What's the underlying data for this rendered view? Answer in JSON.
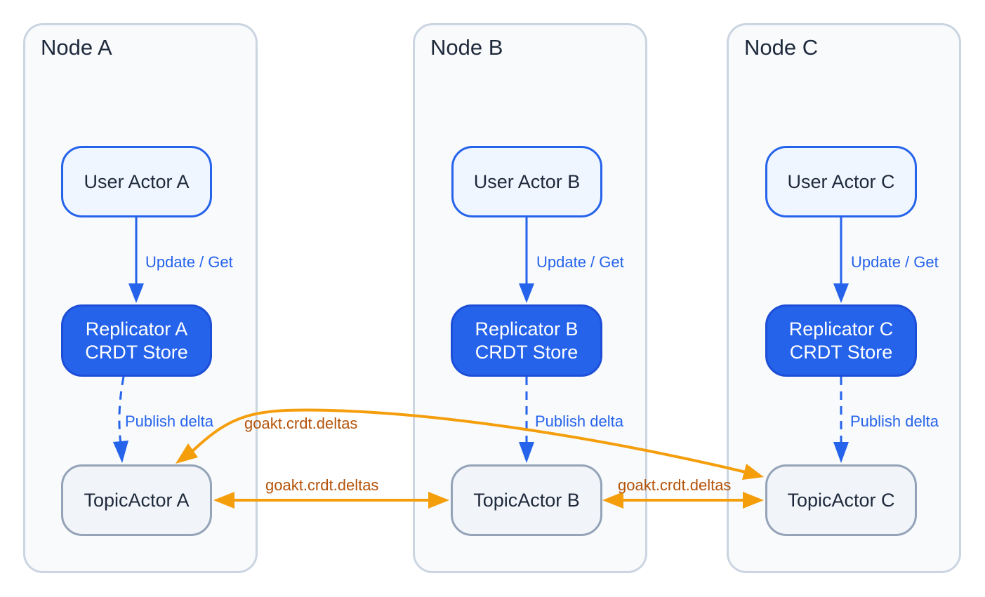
{
  "nodes": [
    {
      "cluster_title": "Node A",
      "user": "User Actor A",
      "replicator_line1": "Replicator A",
      "replicator_line2": "CRDT Store",
      "topic": "TopicActor A"
    },
    {
      "cluster_title": "Node B",
      "user": "User Actor B",
      "replicator_line1": "Replicator B",
      "replicator_line2": "CRDT Store",
      "topic": "TopicActor B"
    },
    {
      "cluster_title": "Node C",
      "user": "User Actor C",
      "replicator_line1": "Replicator C",
      "replicator_line2": "CRDT Store",
      "topic": "TopicActor C"
    }
  ],
  "edge_labels": {
    "update_get": "Update / Get",
    "publish_delta": "Publish delta",
    "deltas_topic": "goakt.crdt.deltas"
  },
  "colors": {
    "local_edge": "#2563eb",
    "topic_edge": "#f59e0b",
    "topic_label": "#b45309"
  }
}
